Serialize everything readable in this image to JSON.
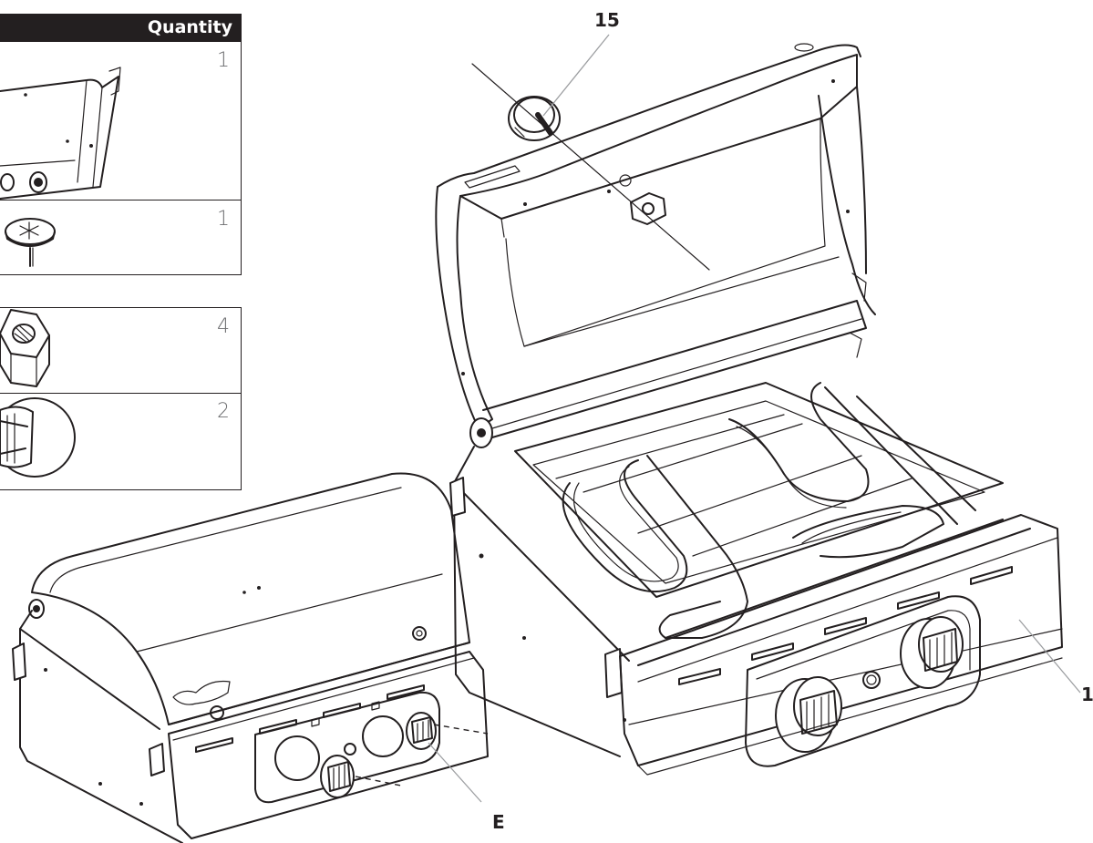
{
  "table": {
    "header": "Quantity",
    "rows": [
      {
        "part": "grill-body-icon",
        "quantity": "1"
      },
      {
        "part": "thermometer-icon",
        "quantity": "1"
      },
      {
        "part": "hex-nut-icon",
        "quantity": "4"
      },
      {
        "part": "control-knob-icon",
        "quantity": "2"
      }
    ]
  },
  "callouts": {
    "thermometer": "15",
    "grill_body": "1",
    "knob": "E"
  },
  "colors": {
    "ink": "#231f20",
    "leader": "#9d9fa2",
    "quantity_text": "#6d6e70"
  }
}
